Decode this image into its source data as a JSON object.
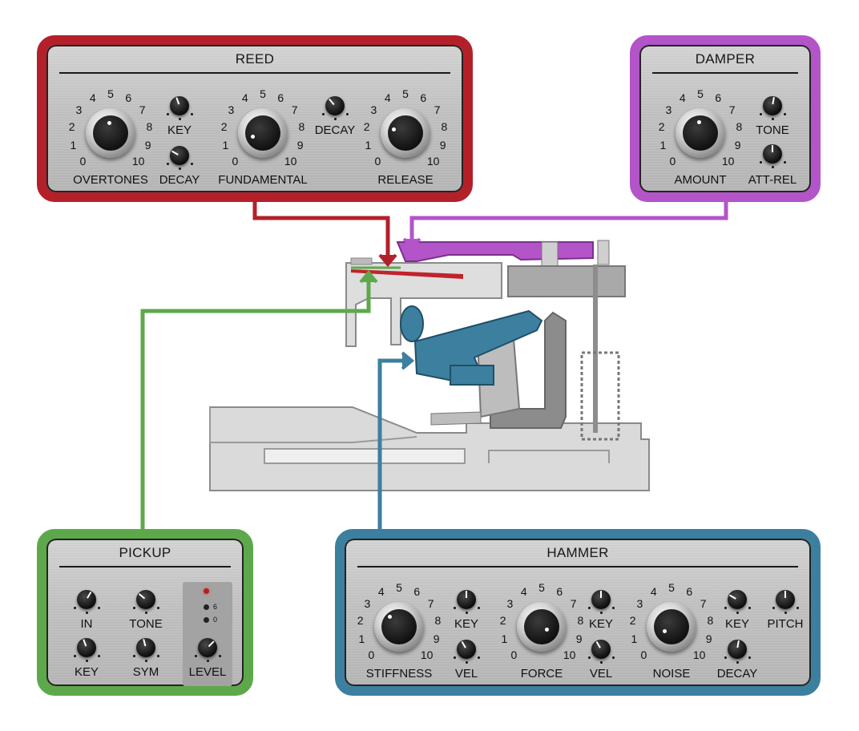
{
  "reed": {
    "title": "REED",
    "color": "#b3202a",
    "overtones_label": "OVERTONES",
    "key_label": "KEY",
    "decay1_label": "DECAY",
    "fundamental_label": "FUNDAMENTAL",
    "decay2_label": "DECAY",
    "release_label": "RELEASE"
  },
  "damper": {
    "title": "DAMPER",
    "color": "#b354c9",
    "amount_label": "AMOUNT",
    "tone_label": "TONE",
    "attrel_label": "ATT-REL"
  },
  "pickup": {
    "title": "PICKUP",
    "color": "#5ea84c",
    "in_label": "IN",
    "tone_label": "TONE",
    "key_label": "KEY",
    "sym_label": "SYM",
    "level_label": "LEVEL",
    "led_6": "6",
    "led_0": "0"
  },
  "hammer": {
    "title": "HAMMER",
    "color": "#3d7f9e",
    "stiffness_label": "STIFFNESS",
    "key1_label": "KEY",
    "vel1_label": "VEL",
    "force_label": "FORCE",
    "key2_label": "KEY",
    "vel2_label": "VEL",
    "noise_label": "NOISE",
    "key3_label": "KEY",
    "decay_label": "DECAY",
    "pitch_label": "PITCH"
  },
  "scale": [
    "0",
    "1",
    "2",
    "3",
    "4",
    "5",
    "6",
    "7",
    "8",
    "9",
    "10"
  ]
}
